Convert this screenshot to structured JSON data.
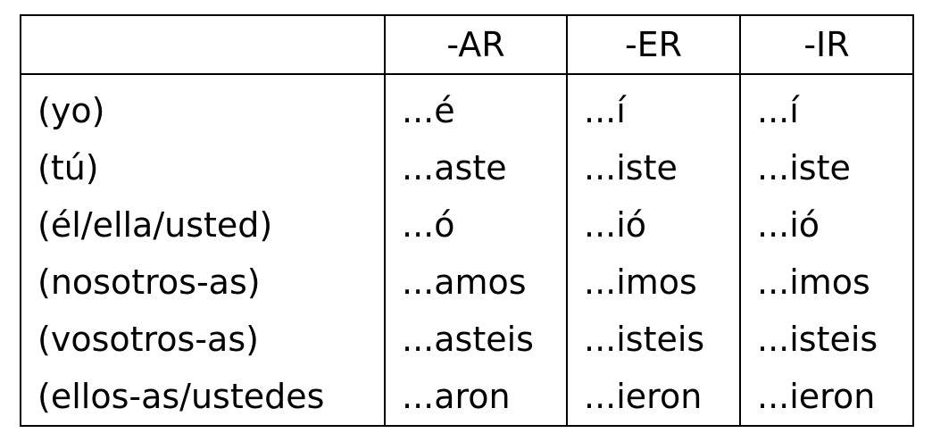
{
  "table": {
    "headers": [
      "",
      "-AR",
      "-ER",
      "-IR"
    ],
    "rows": [
      {
        "pronoun": "(yo)",
        "ar": "...é",
        "er": "...í",
        "ir": "...í"
      },
      {
        "pronoun": "(tú)",
        "ar": "...aste",
        "er": "...iste",
        "ir": "...iste"
      },
      {
        "pronoun": "(él/ella/usted)",
        "ar": "...ó",
        "er": "...ió",
        "ir": "...ió"
      },
      {
        "pronoun": "(nosotros-as)",
        "ar": "...amos",
        "er": "...imos",
        "ir": "...imos"
      },
      {
        "pronoun": "(vosotros-as)",
        "ar": "...asteis",
        "er": "...isteis",
        "ir": "...isteis"
      },
      {
        "pronoun": "(ellos-as/ustedes",
        "ar": "...aron",
        "er": "...ieron",
        "ir": "...ieron"
      }
    ]
  }
}
